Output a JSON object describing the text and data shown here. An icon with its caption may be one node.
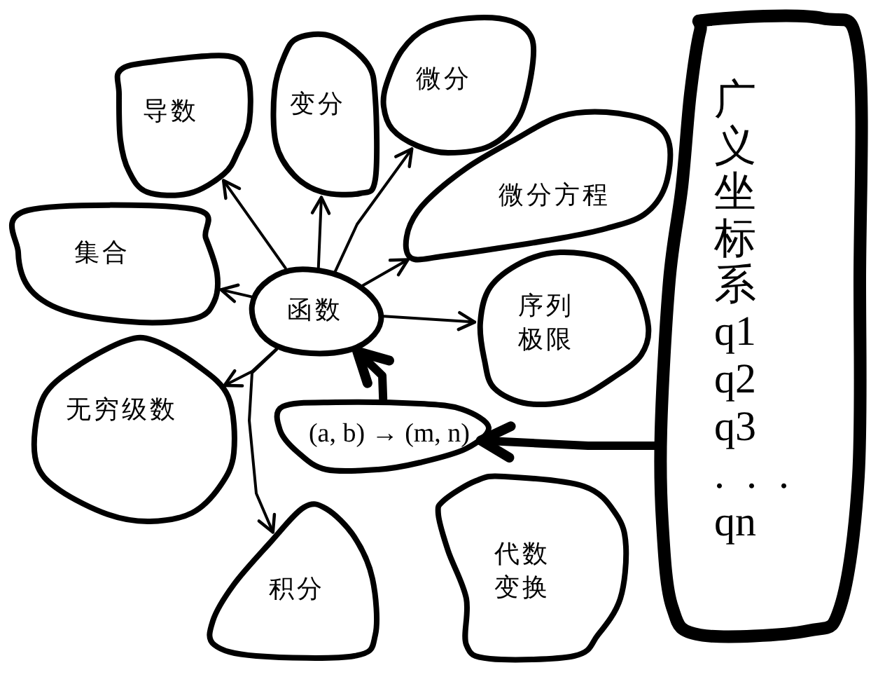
{
  "diagram": {
    "nodes": [
      {
        "text": [
          "函数"
        ]
      },
      {
        "text": [
          "导数"
        ]
      },
      {
        "text": [
          "变分"
        ]
      },
      {
        "text": [
          "微分"
        ]
      },
      {
        "text": [
          "微分方程"
        ]
      },
      {
        "text": [
          "集合"
        ]
      },
      {
        "text": [
          "序列极限"
        ]
      },
      {
        "text": [
          "无穷级数"
        ]
      },
      {
        "text": [
          "(a, b) → (m, n)"
        ]
      },
      {
        "text": [
          "积分"
        ]
      },
      {
        "text": [
          "代数变换"
        ]
      },
      {
        "text": [
          "广义坐标系",
          "q1",
          "q2",
          "q3",
          ". . .",
          "qn"
        ]
      }
    ],
    "edges": [
      {
        "from": 0,
        "to": 1,
        "arrow": "to"
      },
      {
        "from": 0,
        "to": 2,
        "arrow": "to"
      },
      {
        "from": 0,
        "to": 3,
        "arrow": "to"
      },
      {
        "from": 0,
        "to": 4,
        "arrow": "to"
      },
      {
        "from": 0,
        "to": 5,
        "arrow": "to"
      },
      {
        "from": 0,
        "to": 6,
        "arrow": "to"
      },
      {
        "from": 0,
        "to": 7,
        "arrow": "to"
      },
      {
        "from": 0,
        "to": 9,
        "arrow": "to"
      },
      {
        "from": 8,
        "to": 0,
        "arrow": "to",
        "style": "thick"
      },
      {
        "from": 11,
        "to": 8,
        "arrow": "to",
        "style": "thick"
      }
    ]
  }
}
